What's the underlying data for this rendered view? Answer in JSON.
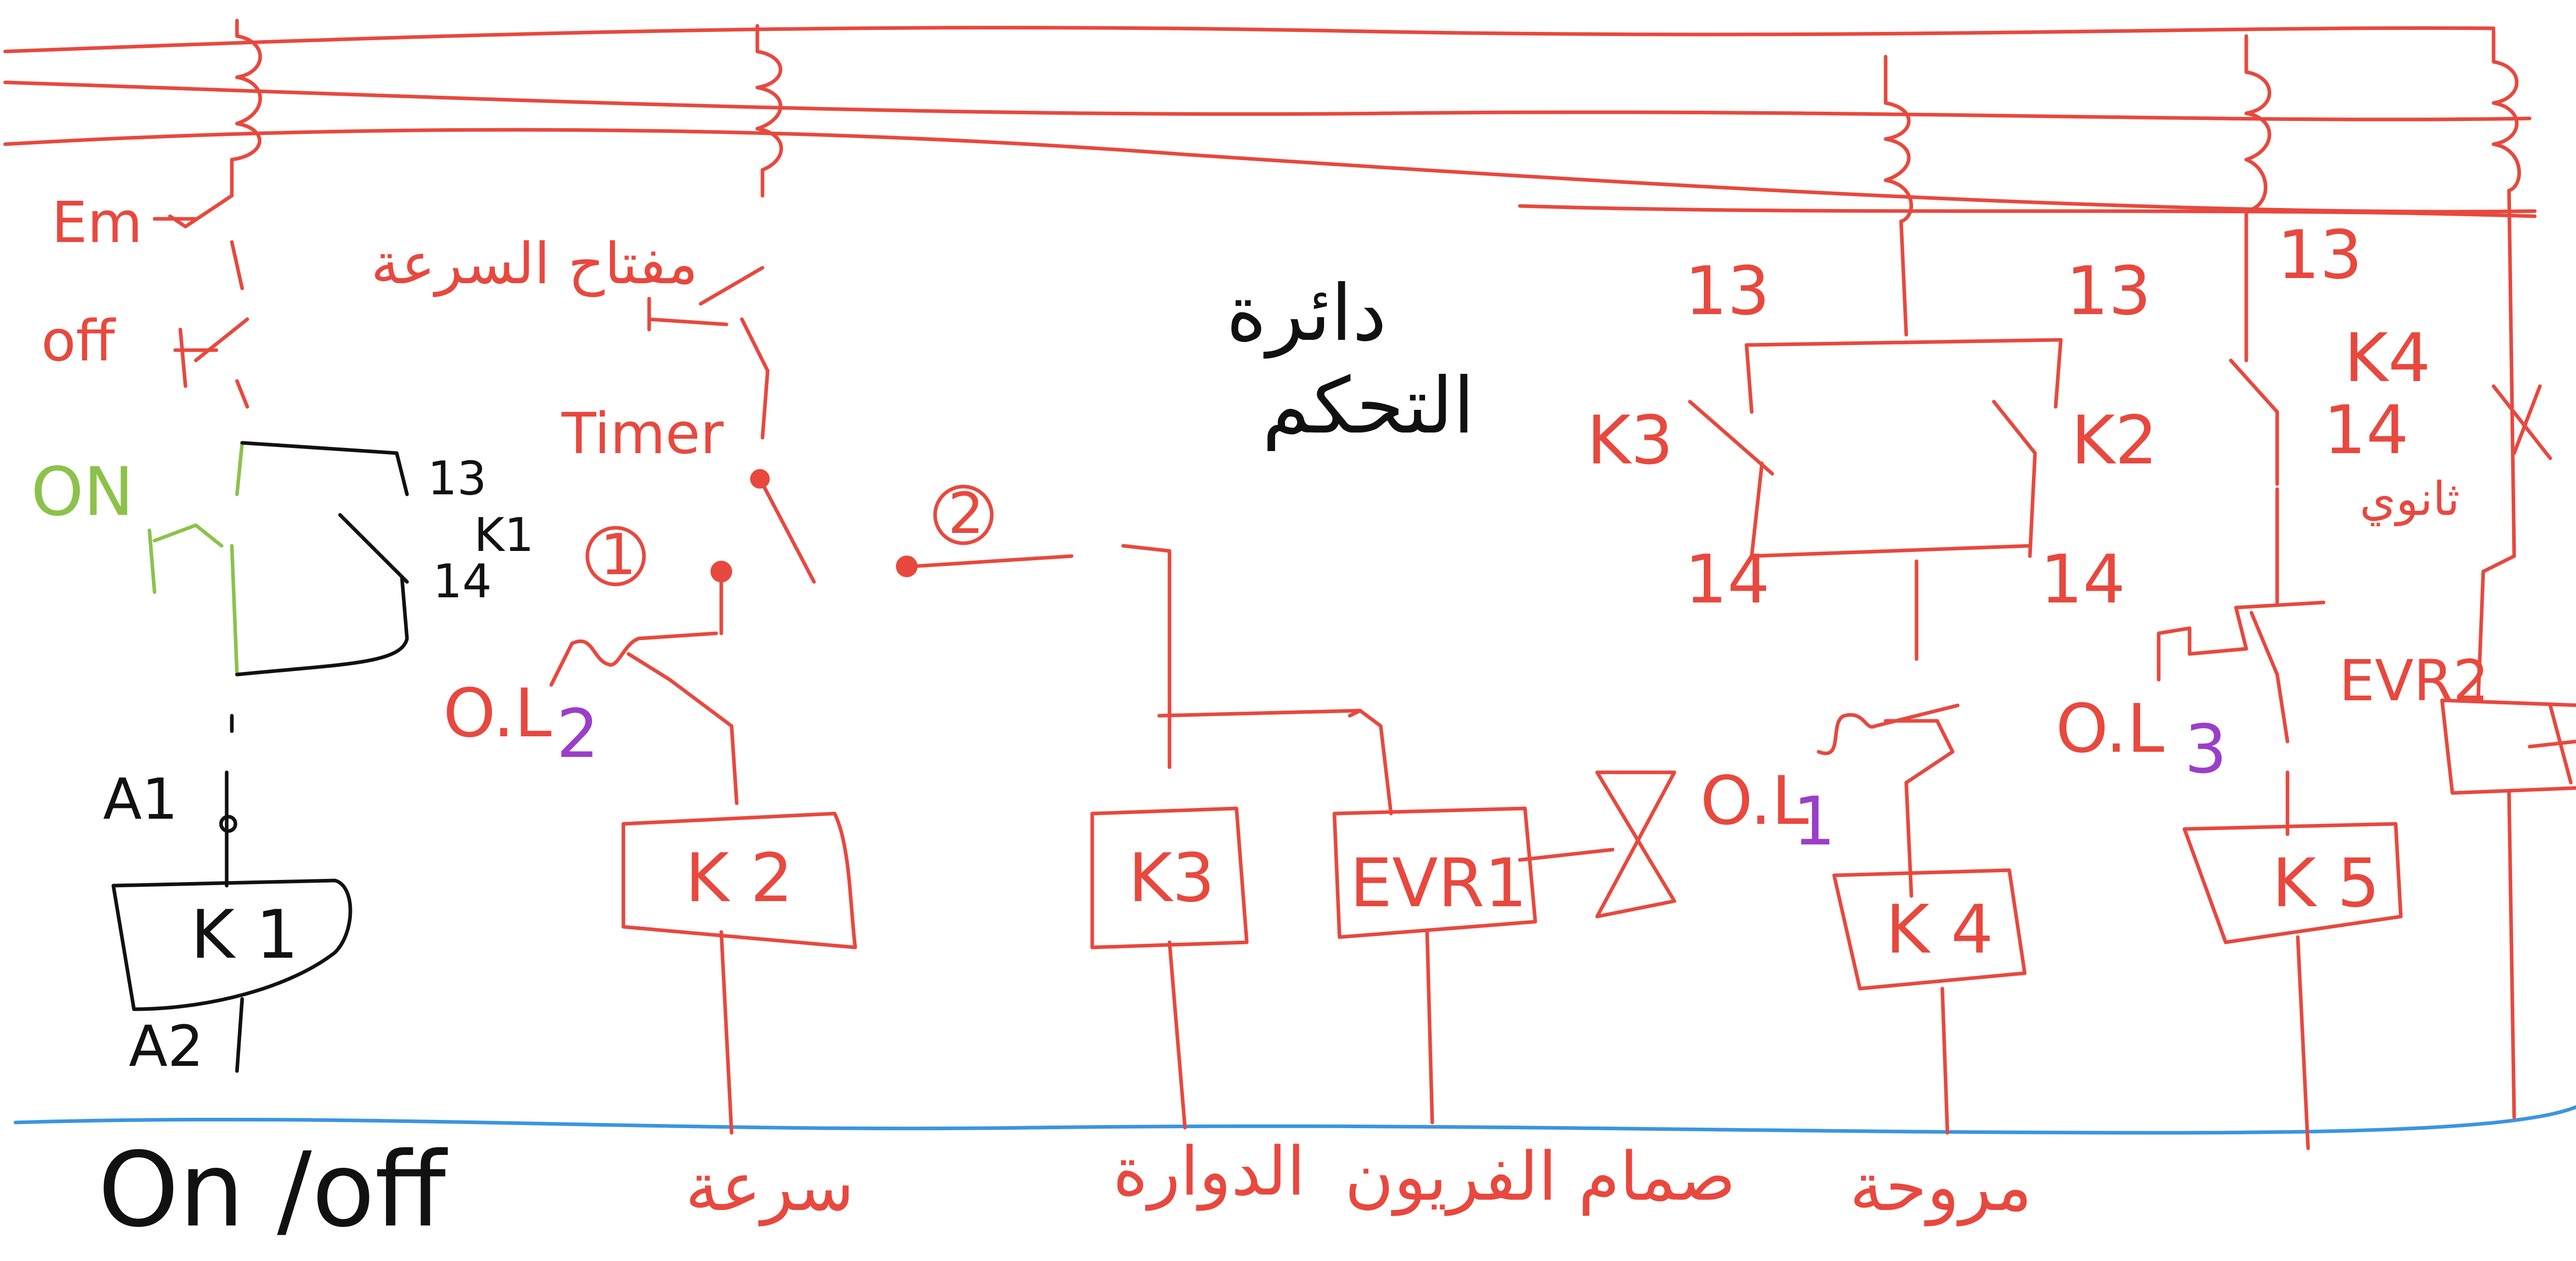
{
  "colors": {
    "wire": "#e8483e",
    "neutral_bus": "#3a95e0",
    "on_button": "#8cc24a",
    "control_circuit_1": "#111111",
    "overload_index": "#9b3ec8"
  },
  "labels": {
    "em": "Em",
    "off": "off",
    "on": "ON",
    "k1_contact_13": "13",
    "k1_contact_14": "14",
    "k1_contact_name": "K1",
    "a1": "A1",
    "a2": "A2",
    "k1_coil": "K 1",
    "section_on_off": "On /off",
    "speed_switch": "مفتاح السرعة",
    "timer": "Timer",
    "pos_1": "1",
    "pos_2": "2",
    "ol2_prefix": "O.L",
    "ol2_index": "2",
    "k2_coil": "K 2",
    "section_sara": "سرعة",
    "title_line1": "دائرة",
    "title_line2": "التحكم",
    "k3_coil": "K3",
    "evr1_coil": "EVR1",
    "section_dawara": "الدوارة",
    "section_valve": "صمام الفريون",
    "k3_contact_13": "13",
    "k3_contact_14": "14",
    "k3_contact_name": "K3",
    "k2_contact_13": "13",
    "k2_contact_14": "14",
    "k2_contact_name": "K2",
    "ol1_prefix": "O.L",
    "ol1_index": "1",
    "k4_coil": "K 4",
    "section_marwaha": "مروحة",
    "k4_contact_13": "13",
    "k4_contact_14": "14",
    "k4_contact_name": "K4",
    "k4_side_note": "ثانوي",
    "ol3_prefix": "O.L",
    "ol3_index": "3",
    "k5_coil": "K 5",
    "evr2_coil": "EVR2"
  }
}
